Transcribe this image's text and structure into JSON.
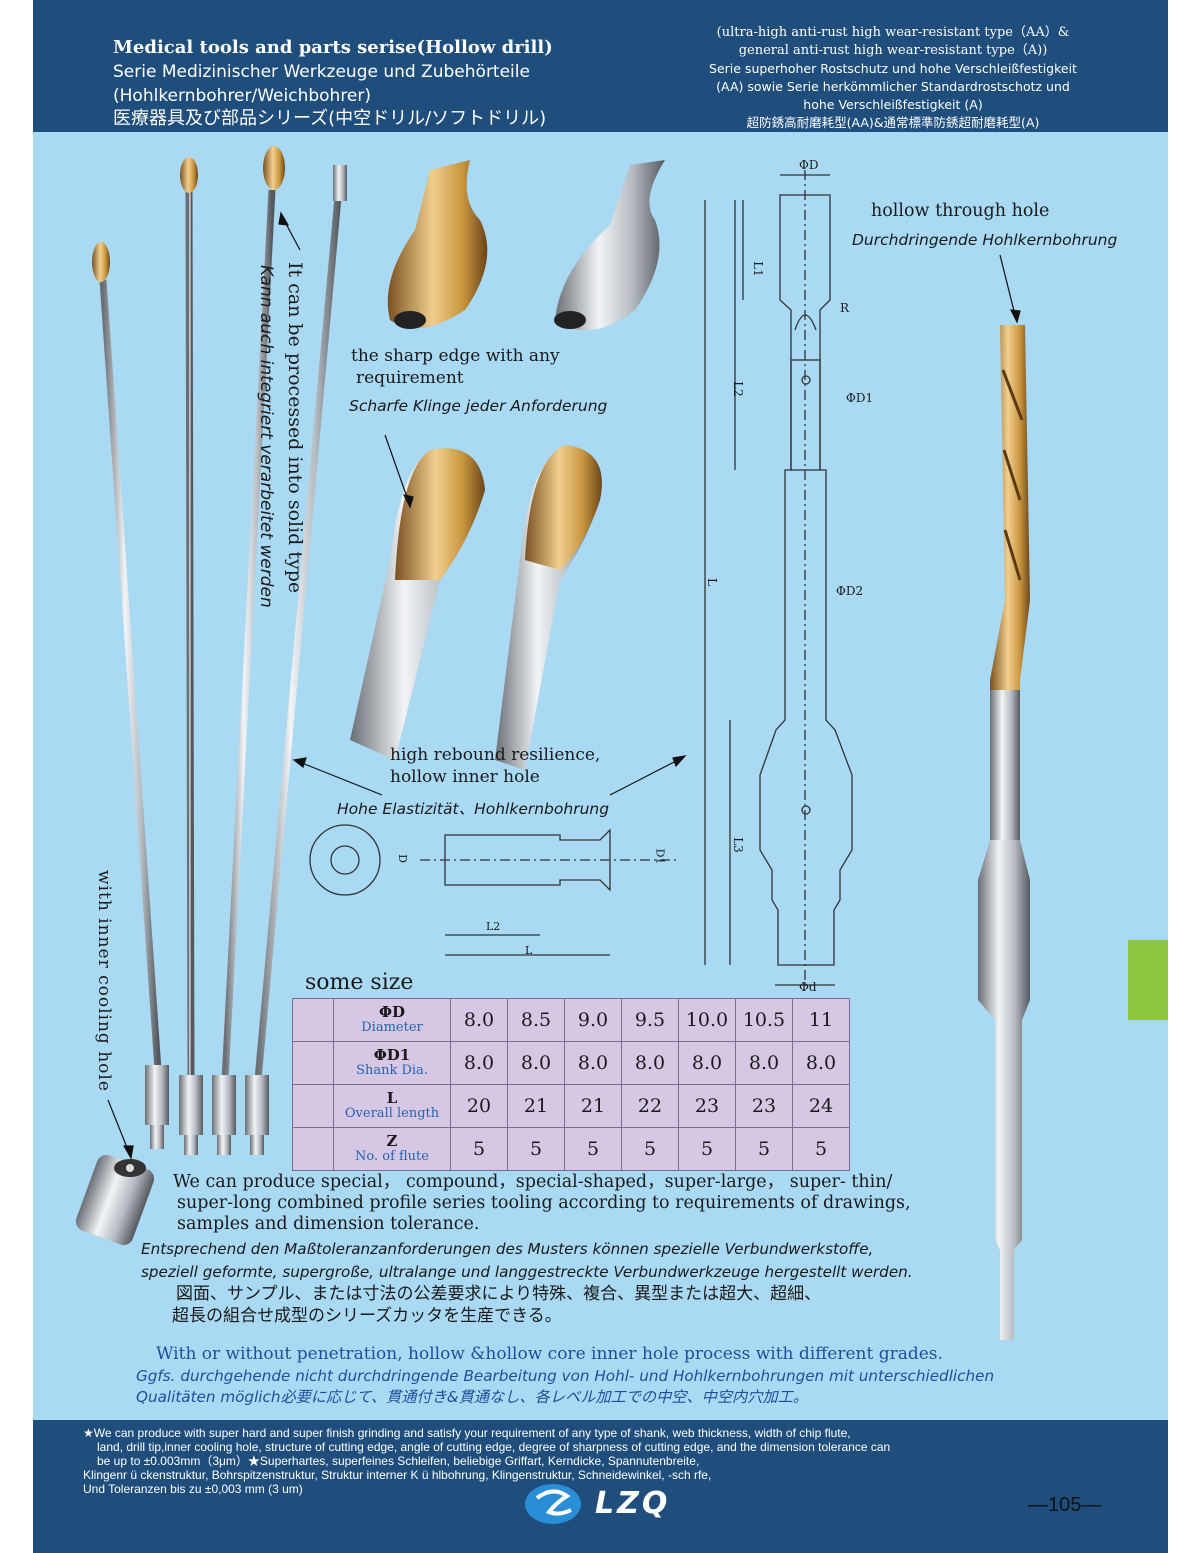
{
  "header": {
    "left_en": "Medical tools and parts serise(Hollow drill)",
    "left_de1": "Serie Medizinischer Werkzeuge und Zubehörteile",
    "left_de2": "(Hohlkernbohrer/Weichbohrer)",
    "left_jp": "医療器具及び部品シリーズ(中空ドリル/ソフトドリル)",
    "right_en1": "(ultra-high anti-rust high wear-resistant type（AA）&",
    "right_en2": "general anti-rust high wear-resistant type（A))",
    "right_de1": "Serie superhoher Rostschutz und hohe Verschleißfestigkeit",
    "right_de2": "(AA) sowie Serie herkömmlicher Standardrostschotz und",
    "right_de3": "hohe Verschleißfestigkeit (A)",
    "right_jp": "超防銹高耐磨耗型(AA)&通常標準防銹超耐磨耗型(A)"
  },
  "annotations": {
    "solid_en": "It can be processed into solid type",
    "solid_de": "Kann auch integriert verarbeitet werden",
    "sharp_en1": "the sharp edge with any",
    "sharp_en2": "requirement",
    "sharp_de": "Scharfe Klinge jeder Anforderung",
    "rebound_en1": "high rebound resilience,",
    "rebound_en2": "hollow inner hole",
    "rebound_de": "Hohe Elastizität、Hohlkernbohrung",
    "hollow_en": "hollow through hole",
    "hollow_de": "Durchdringende Hohlkernbohrung",
    "cooling_en": "with inner cooling hole"
  },
  "drawing_labels": {
    "phi_d": "ΦD",
    "phi_d1": "ΦD1",
    "phi_d2": "ΦD2",
    "phi_d_small": "Φd",
    "l": "L",
    "l1": "L1",
    "l2": "L2",
    "l3": "L3",
    "r": "R",
    "d": "D",
    "d1": "D1"
  },
  "sizes": {
    "title": "some size",
    "rows": [
      {
        "sym": "ΦD",
        "name": "Diameter",
        "values": [
          "8.0",
          "8.5",
          "9.0",
          "9.5",
          "10.0",
          "10.5",
          "11"
        ]
      },
      {
        "sym": "ΦD1",
        "name": "Shank Dia.",
        "values": [
          "8.0",
          "8.0",
          "8.0",
          "8.0",
          "8.0",
          "8.0",
          "8.0"
        ]
      },
      {
        "sym": "L",
        "name": "Overall length",
        "values": [
          "20",
          "21",
          "21",
          "22",
          "23",
          "23",
          "24"
        ]
      },
      {
        "sym": "Z",
        "name": "No. of flute",
        "values": [
          "5",
          "5",
          "5",
          "5",
          "5",
          "5",
          "5"
        ]
      }
    ]
  },
  "body": {
    "en1": "We can produce special， compound，special-shaped，super-large， super- thin/",
    "en2": "super-long combined profile series tooling according to requirements of drawings,",
    "en3": "samples and dimension tolerance.",
    "de1": "Entsprechend den Maßtoleranzanforderungen des Musters können spezielle Verbundwerkstoffe,",
    "de2": "speziell geformte, supergroße, ultralange und langgestreckte Verbundwerkzeuge hergestellt werden.",
    "jp1": "図面、サンプル、または寸法の公差要求により特殊、複合、異型または超大、超細、",
    "jp2": "超長の組合せ成型のシリーズカッタを生産できる。",
    "grades_en": "With or without penetration, hollow &hollow core inner hole process with different grades.",
    "grades_de1": "Ggfs. durchgehende nicht durchdringende Bearbeitung von Hohl- und Hohlkernbohrungen mit unterschiedlichen",
    "grades_de2": "Qualitäten möglich必要に応じて、貫通付き&貫通なし、各レベル加工での中空、中空内穴加工。"
  },
  "footer": {
    "l1": "★We can produce with super hard and super finish grinding and satisfy your requirement of any type of shank, web thickness, width of chip flute,",
    "l2": "land, drill tip,inner cooling hole, structure of cutting  edge, angle of cutting edge, degree of sharpness of cutting edge, and the dimension tolerance can",
    "l3": "be up to ±0.003mm（3μm）★Superhartes, superfeines Schleifen, beliebige Griffart, Kerndicke, Spannutenbreite,",
    "l4": "Klingenr ü ckenstruktur, Bohrspitzenstruktur, Struktur interner K ü hlbohrung, Klingenstruktur, Schneidewinkel, -sch    rfe,",
    "l5": "Und Toleranzen bis zu ±0,003 mm (3 um)",
    "logo": "LZQ",
    "page_number": "—105—"
  },
  "colors": {
    "header_bg": "#1f4e7d",
    "page_bg": "#a9d9f3",
    "table_bg": "#d6c8e4",
    "accent_blue": "#2563b0",
    "tab_green": "#8dc63f",
    "gold": "#c9963f"
  }
}
